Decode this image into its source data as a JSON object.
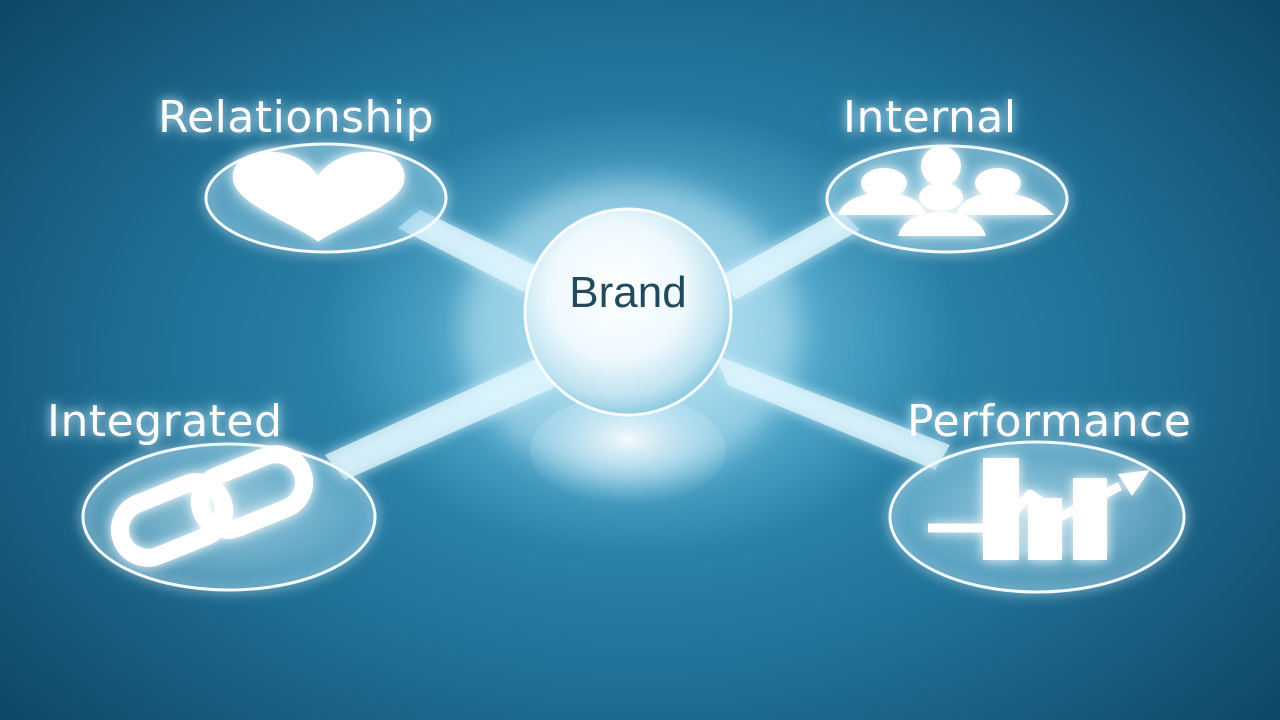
{
  "diagram": {
    "center_label": "Brand",
    "nodes": [
      {
        "key": "relationship",
        "label": "Relationship",
        "icon": "heart-icon"
      },
      {
        "key": "internal",
        "label": "Internal",
        "icon": "people-group-icon"
      },
      {
        "key": "integrated",
        "label": "Integrated",
        "icon": "chain-link-icon"
      },
      {
        "key": "performance",
        "label": "Performance",
        "icon": "bar-chart-trend-icon"
      }
    ]
  },
  "colors": {
    "background_dark": "#0c3f5c",
    "background_mid": "#2a86b0",
    "glow": "#e8f8ff",
    "center_text": "#234a5c"
  }
}
